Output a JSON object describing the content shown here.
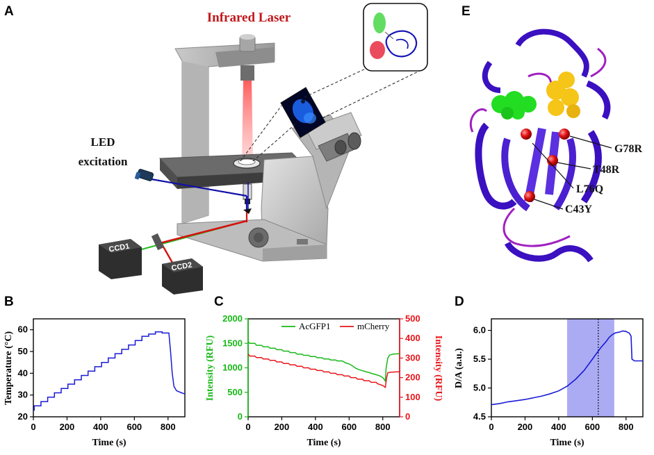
{
  "panels": {
    "a": {
      "label": "A",
      "laser": "Infrared Laser",
      "led1": "LED",
      "led2": "excitation",
      "ccd1": "CCD1",
      "ccd2": "CCD2"
    },
    "e": {
      "label": "E",
      "mutations": [
        "G78R",
        "T48R",
        "L76Q",
        "C43Y"
      ]
    },
    "b": {
      "label": "B"
    },
    "c": {
      "label": "C"
    },
    "d": {
      "label": "D"
    }
  },
  "colors": {
    "laser_text": "#c0181c",
    "blue_trace": "#1a1ad6",
    "green_trace": "#18b818",
    "red_trace": "#e8141a",
    "highlight": "#8f8ff0"
  },
  "chart_data": [
    {
      "id": "B",
      "type": "line",
      "xlabel": "Time (s)",
      "ylabel": "Temperature (°C)",
      "xlim": [
        0,
        900
      ],
      "ylim": [
        20,
        65
      ],
      "xticks": [
        "0",
        "200",
        "400",
        "600",
        "800"
      ],
      "yticks": [
        "20",
        "30",
        "40",
        "50",
        "60"
      ],
      "series": [
        {
          "points": [
            [
              0,
              23
            ],
            [
              5,
              23
            ],
            [
              5,
              25
            ],
            [
              45,
              25
            ],
            [
              45,
              27
            ],
            [
              85,
              27
            ],
            [
              85,
              29
            ],
            [
              125,
              29
            ],
            [
              125,
              31
            ],
            [
              165,
              31
            ],
            [
              165,
              33
            ],
            [
              205,
              33
            ],
            [
              205,
              35
            ],
            [
              245,
              35
            ],
            [
              245,
              37
            ],
            [
              285,
              37
            ],
            [
              285,
              39
            ],
            [
              325,
              39
            ],
            [
              325,
              41
            ],
            [
              365,
              41
            ],
            [
              365,
              43
            ],
            [
              405,
              43
            ],
            [
              405,
              45
            ],
            [
              445,
              45
            ],
            [
              445,
              47
            ],
            [
              485,
              47
            ],
            [
              485,
              49
            ],
            [
              525,
              49
            ],
            [
              525,
              51
            ],
            [
              565,
              51
            ],
            [
              565,
              53
            ],
            [
              605,
              53
            ],
            [
              605,
              55
            ],
            [
              645,
              55
            ],
            [
              645,
              57
            ],
            [
              685,
              57
            ],
            [
              685,
              58
            ],
            [
              725,
              58
            ],
            [
              725,
              59
            ],
            [
              765,
              59
            ],
            [
              765,
              58.5
            ],
            [
              805,
              58.5
            ],
            [
              815,
              50
            ],
            [
              825,
              40
            ],
            [
              835,
              34
            ],
            [
              850,
              32
            ],
            [
              880,
              31
            ],
            [
              900,
              30.5
            ]
          ]
        }
      ]
    },
    {
      "id": "C",
      "type": "line",
      "xlabel": "Time (s)",
      "ylabel": "Intensity (RFU)",
      "ylabel_right": "Intensity (RFU)",
      "xlim": [
        0,
        900
      ],
      "ylim": [
        0,
        2000
      ],
      "ylim_right": [
        0,
        500
      ],
      "xticks": [
        "0",
        "200",
        "400",
        "600",
        "800"
      ],
      "yticks": [
        "0",
        "500",
        "1000",
        "1500",
        "2000"
      ],
      "yticks_right": [
        "0",
        "100",
        "200",
        "300",
        "400",
        "500"
      ],
      "legend_position": "top-right",
      "series": [
        {
          "name": "AcGFP1",
          "axis": "left",
          "points": [
            [
              0,
              1530
            ],
            [
              10,
              1500
            ],
            [
              40,
              1500
            ],
            [
              50,
              1460
            ],
            [
              80,
              1460
            ],
            [
              90,
              1430
            ],
            [
              120,
              1430
            ],
            [
              130,
              1400
            ],
            [
              160,
              1400
            ],
            [
              170,
              1370
            ],
            [
              200,
              1370
            ],
            [
              210,
              1340
            ],
            [
              240,
              1340
            ],
            [
              250,
              1310
            ],
            [
              280,
              1310
            ],
            [
              290,
              1280
            ],
            [
              320,
              1280
            ],
            [
              330,
              1255
            ],
            [
              360,
              1255
            ],
            [
              370,
              1230
            ],
            [
              400,
              1230
            ],
            [
              410,
              1205
            ],
            [
              440,
              1205
            ],
            [
              450,
              1180
            ],
            [
              480,
              1180
            ],
            [
              490,
              1160
            ],
            [
              520,
              1160
            ],
            [
              530,
              1140
            ],
            [
              560,
              1140
            ],
            [
              580,
              1100
            ],
            [
              600,
              1080
            ],
            [
              620,
              1040
            ],
            [
              640,
              990
            ],
            [
              660,
              960
            ],
            [
              680,
              940
            ],
            [
              700,
              920
            ],
            [
              720,
              900
            ],
            [
              740,
              880
            ],
            [
              760,
              860
            ],
            [
              780,
              840
            ],
            [
              800,
              800
            ],
            [
              815,
              730
            ],
            [
              820,
              1000
            ],
            [
              830,
              1200
            ],
            [
              840,
              1260
            ],
            [
              860,
              1280
            ],
            [
              900,
              1290
            ]
          ]
        },
        {
          "name": "mCherry",
          "axis": "right",
          "points": [
            [
              0,
              320
            ],
            [
              10,
              310
            ],
            [
              40,
              310
            ],
            [
              50,
              302
            ],
            [
              80,
              302
            ],
            [
              90,
              295
            ],
            [
              120,
              295
            ],
            [
              130,
              288
            ],
            [
              160,
              288
            ],
            [
              170,
              280
            ],
            [
              200,
              280
            ],
            [
              210,
              272
            ],
            [
              240,
              272
            ],
            [
              250,
              265
            ],
            [
              280,
              265
            ],
            [
              290,
              258
            ],
            [
              320,
              258
            ],
            [
              330,
              250
            ],
            [
              360,
              250
            ],
            [
              370,
              243
            ],
            [
              400,
              243
            ],
            [
              410,
              236
            ],
            [
              440,
              236
            ],
            [
              450,
              229
            ],
            [
              480,
              229
            ],
            [
              490,
              222
            ],
            [
              520,
              222
            ],
            [
              530,
              215
            ],
            [
              560,
              215
            ],
            [
              570,
              208
            ],
            [
              600,
              208
            ],
            [
              610,
              200
            ],
            [
              640,
              200
            ],
            [
              650,
              192
            ],
            [
              680,
              192
            ],
            [
              690,
              184
            ],
            [
              720,
              184
            ],
            [
              730,
              176
            ],
            [
              760,
              176
            ],
            [
              770,
              168
            ],
            [
              800,
              160
            ],
            [
              815,
              150
            ],
            [
              822,
              195
            ],
            [
              830,
              225
            ],
            [
              850,
              228
            ],
            [
              900,
              230
            ]
          ]
        }
      ]
    },
    {
      "id": "D",
      "type": "line",
      "xlabel": "Time (s)",
      "ylabel": "D/A (a.u.)",
      "xlim": [
        0,
        900
      ],
      "ylim": [
        4.5,
        6.2
      ],
      "xticks": [
        "0",
        "200",
        "400",
        "600",
        "800"
      ],
      "yticks": [
        "4.5",
        "5.0",
        "5.5",
        "6.0"
      ],
      "shaded_range": [
        450,
        730
      ],
      "vline": 635,
      "series": [
        {
          "points": [
            [
              0,
              4.71
            ],
            [
              50,
              4.73
            ],
            [
              100,
              4.76
            ],
            [
              150,
              4.78
            ],
            [
              200,
              4.8
            ],
            [
              250,
              4.83
            ],
            [
              300,
              4.86
            ],
            [
              350,
              4.9
            ],
            [
              400,
              4.95
            ],
            [
              450,
              5.03
            ],
            [
              500,
              5.15
            ],
            [
              550,
              5.3
            ],
            [
              600,
              5.5
            ],
            [
              630,
              5.62
            ],
            [
              650,
              5.7
            ],
            [
              680,
              5.8
            ],
            [
              700,
              5.88
            ],
            [
              720,
              5.93
            ],
            [
              740,
              5.96
            ],
            [
              760,
              5.97
            ],
            [
              780,
              5.99
            ],
            [
              800,
              5.98
            ],
            [
              820,
              5.95
            ],
            [
              830,
              5.9
            ],
            [
              835,
              5.5
            ],
            [
              850,
              5.47
            ],
            [
              900,
              5.47
            ]
          ]
        }
      ]
    }
  ]
}
